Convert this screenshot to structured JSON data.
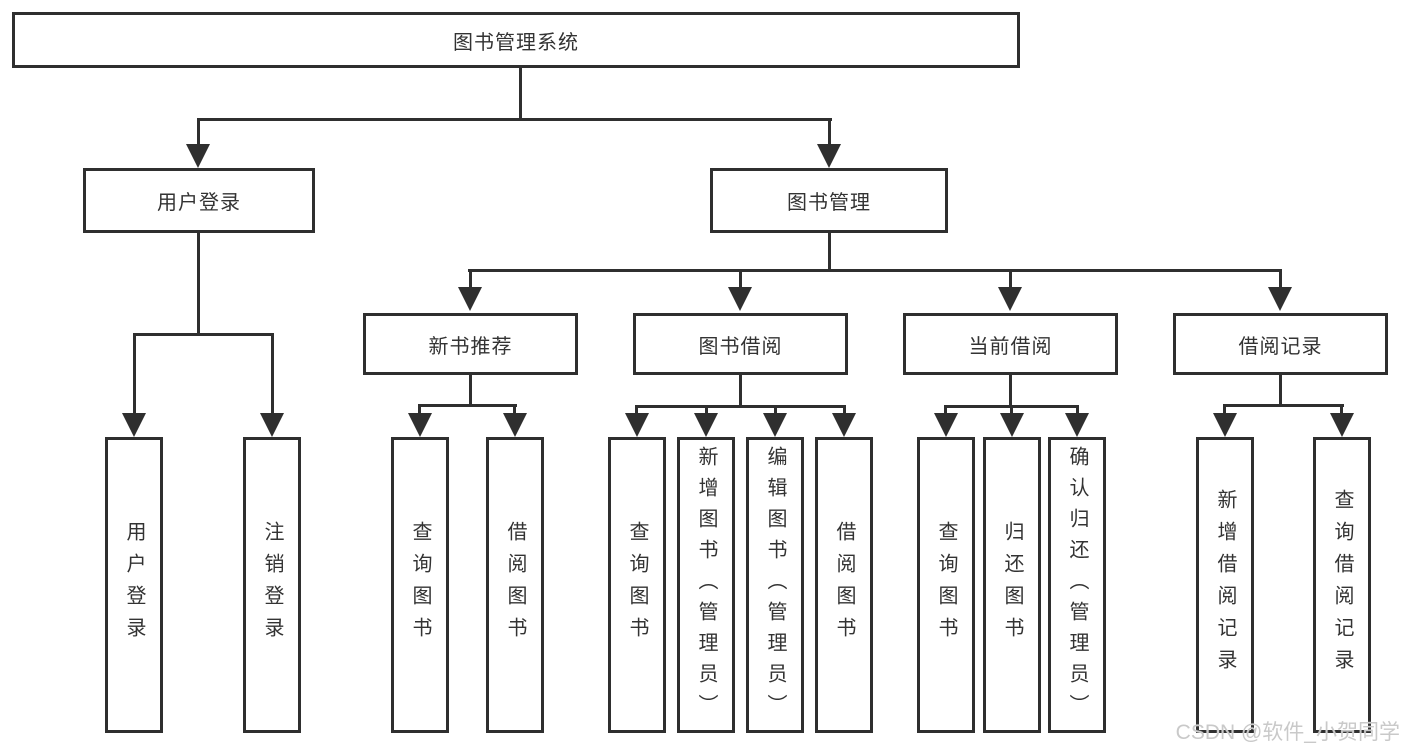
{
  "title": "图书管理系统",
  "branches": [
    {
      "label": "用户登录",
      "children": [
        {
          "label": "用户登录"
        },
        {
          "label": "注销登录"
        }
      ]
    },
    {
      "label": "图书管理",
      "groups": [
        {
          "label": "新书推荐",
          "children": [
            {
              "label": "查询图书"
            },
            {
              "label": "借阅图书"
            }
          ]
        },
        {
          "label": "图书借阅",
          "children": [
            {
              "label": "查询图书"
            },
            {
              "label": "新增图书（管理员）"
            },
            {
              "label": "编辑图书（管理员）"
            },
            {
              "label": "借阅图书"
            }
          ]
        },
        {
          "label": "当前借阅",
          "children": [
            {
              "label": "查询图书"
            },
            {
              "label": "归还图书"
            },
            {
              "label": "确认归还（管理员）"
            }
          ]
        },
        {
          "label": "借阅记录",
          "children": [
            {
              "label": "新增借阅记录"
            },
            {
              "label": "查询借阅记录"
            }
          ]
        }
      ]
    }
  ],
  "watermark": {
    "text": "CSDN @软件_小贺同学"
  }
}
